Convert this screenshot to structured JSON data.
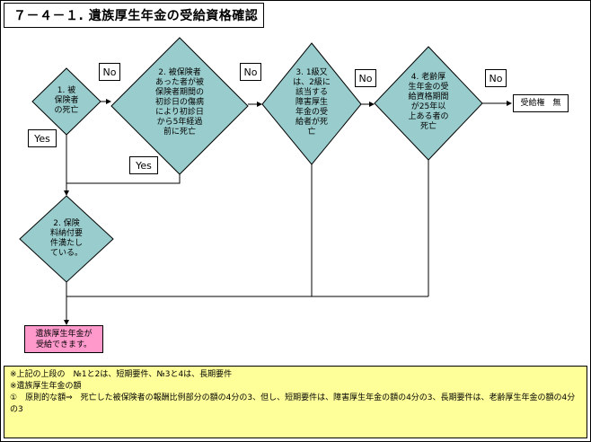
{
  "title": "７－４－１. 遺族厚生年金の受給資格確認",
  "decisions": [
    {
      "id": "d1",
      "text": "1. 被\n保険者\nの死亡"
    },
    {
      "id": "d2",
      "text": "2. 被保険者\nあった者が被\n保険者期間の\n初診日の傷病\nにより初診日\nから5年経過\n前に死亡"
    },
    {
      "id": "d3",
      "text": "3. 1級又\nは、2級に\n該当する\n障害厚生\n年金の受\n給者が死\n亡"
    },
    {
      "id": "d4",
      "text": "4. 老齢厚\n生年金の受\n給資格期間\nが25年以\n上ある者の\n死亡"
    },
    {
      "id": "d5",
      "text": "2. 保険\n料納付要\n件満たし\nている。"
    }
  ],
  "branch_labels": {
    "no": "No",
    "yes": "Yes"
  },
  "result_no_benefit": "受給権　無",
  "result_benefit": "遺族厚生年金が\n受給できます。",
  "notes": [
    "※上記の上段の　№1と2は、短期要件、№3と4は、長期要件",
    "※遺族厚生年金の額",
    "①　原則的な額⇒　死亡した被保険者の報酬比例部分の額の4分の3、但し、短期要件は、障害厚生年金の額の4分の3、長期要件は、老齢厚生年金の額の4分の3"
  ],
  "colors": {
    "diamond_fill": "#99cccc",
    "outcome_fill": "#ff99cc",
    "notes_fill": "#ffff99"
  }
}
